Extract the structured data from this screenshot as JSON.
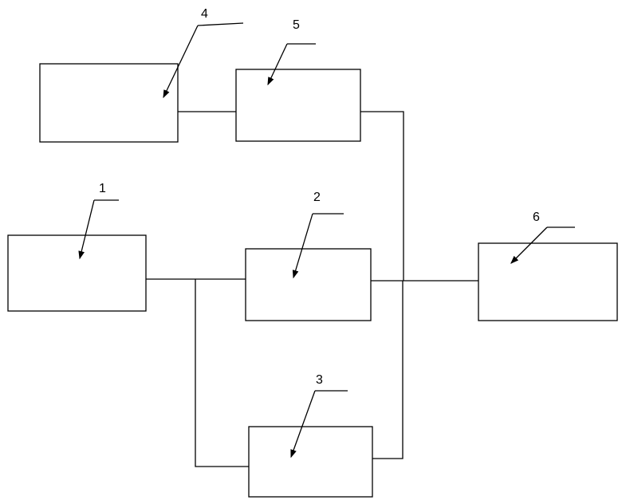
{
  "diagram": {
    "title": "",
    "blocks": [
      {
        "id": "1",
        "label": "1"
      },
      {
        "id": "2",
        "label": "2"
      },
      {
        "id": "3",
        "label": "3"
      },
      {
        "id": "4",
        "label": "4"
      },
      {
        "id": "5",
        "label": "5"
      },
      {
        "id": "6",
        "label": "6"
      }
    ],
    "connections": [
      [
        "4",
        "5"
      ],
      [
        "5",
        "6"
      ],
      [
        "1",
        "2"
      ],
      [
        "1",
        "3"
      ],
      [
        "2",
        "6"
      ],
      [
        "3",
        "6"
      ]
    ]
  },
  "colors": {
    "line": "#000000",
    "background": "#ffffff"
  }
}
